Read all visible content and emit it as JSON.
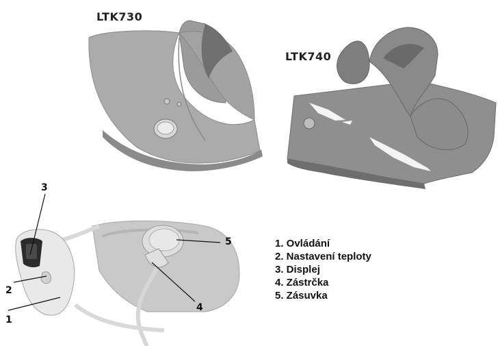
{
  "models": [
    {
      "label": "LTK730"
    },
    {
      "label": "LTK740"
    }
  ],
  "callouts": [
    "1",
    "2",
    "3",
    "4",
    "5"
  ],
  "legend": [
    "1. Ovládání",
    "2. Nastavení teploty",
    "3. Displej",
    "4. Zástrčka",
    "5. Zásuvka"
  ],
  "colors": {
    "fabric_light": "#a9a9a9",
    "fabric_dark": "#8a8a8a",
    "fabric_shadow": "#6f6f6f",
    "controller": "#e8e8e8",
    "display": "#2b2b2b",
    "text": "#111111"
  }
}
